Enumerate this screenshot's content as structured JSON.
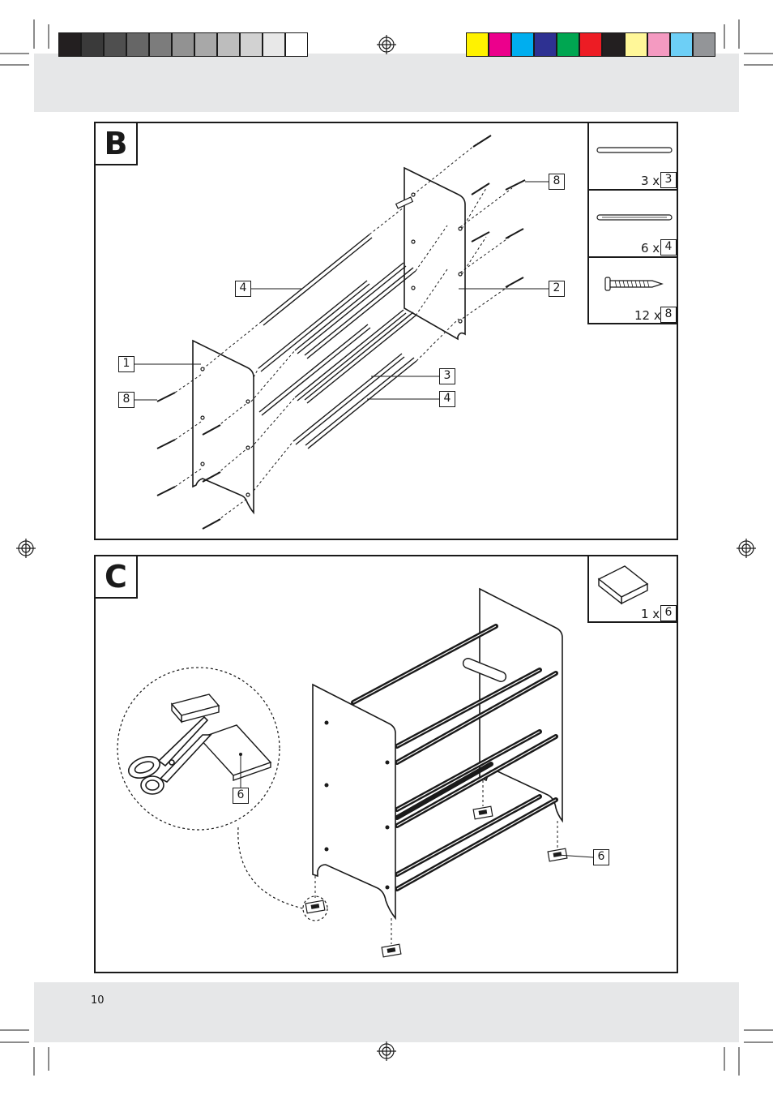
{
  "page": {
    "number": "10"
  },
  "color_bar": {
    "grays": [
      "#231f20",
      "#3a3a3a",
      "#4f4f4f",
      "#666666",
      "#7c7c7c",
      "#929292",
      "#a8a8a8",
      "#bdbdbd",
      "#d2d2d2",
      "#e8e8e8",
      "#ffffff"
    ],
    "colors": [
      "#fff200",
      "#ec008c",
      "#00aeef",
      "#2e3192",
      "#00a651",
      "#ed1c24",
      "#231f20",
      "#fff799",
      "#f49ac1",
      "#6dcff6",
      "#939598"
    ]
  },
  "step_b": {
    "label": "B",
    "callouts": {
      "c1": "1",
      "c8_left": "8",
      "c4_top": "4",
      "c8_top": "8",
      "c2": "2",
      "c3": "3",
      "c4_bottom": "4"
    },
    "legend": [
      {
        "qty": "3 x",
        "part": "3",
        "icon": "rod-icon"
      },
      {
        "qty": "6 x",
        "part": "4",
        "icon": "rod-icon"
      },
      {
        "qty": "12 x",
        "part": "8",
        "icon": "screw-icon"
      }
    ]
  },
  "step_c": {
    "label": "C",
    "callouts": {
      "c6_circle": "6",
      "c6_right": "6"
    },
    "legend": [
      {
        "qty": "1 x",
        "part": "6",
        "icon": "felt-pad-icon"
      }
    ]
  }
}
